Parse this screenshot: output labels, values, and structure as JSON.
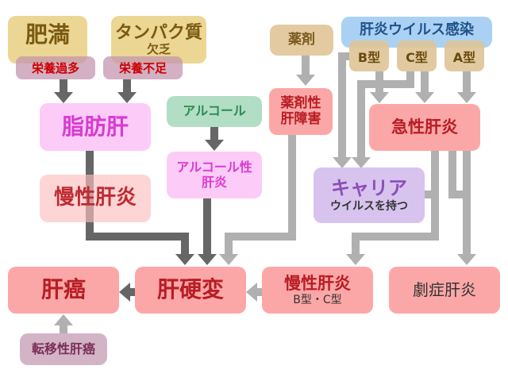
{
  "colors": {
    "arrow_dark": "#666666",
    "arrow_light": "#b0b0b0",
    "cause_bg": "#ecd693",
    "cause_text": "#7a5a10",
    "nutrition_bg": "#cfabb9",
    "nutrition_text": "#cc0000",
    "fatty_bg": "#fccbf8",
    "fatty_text": "#d93bcf",
    "alcohol_bg": "#b1dec5",
    "alcohol_text": "#2e8a50",
    "drug_bg": "#e3caa0",
    "drug_text": "#7a5a20",
    "red_bg": "#fca7a7",
    "red_text": "#b81c24",
    "light_red_bg": "#fdd3d3",
    "virus_bg": "#aad1f4",
    "virus_text": "#1e5288",
    "carrier_bg": "#d8c3ef",
    "carrier_text": "#8a4fb8",
    "metastatic_bg": "#d3b4c6",
    "metastatic_text": "#7a2e55"
  },
  "nodes": {
    "obesity": {
      "label": "肥満"
    },
    "protein_deficiency": {
      "label": "タンパク質",
      "sub": "欠乏"
    },
    "overnutrition": {
      "label": "栄養過多"
    },
    "malnutrition": {
      "label": "栄養不足"
    },
    "fatty_liver": {
      "label": "脂肪肝"
    },
    "chronic_hepatitis_fatty": {
      "label": "慢性肝炎"
    },
    "alcohol": {
      "label": "アルコール"
    },
    "alcoholic_hepatitis": {
      "label": "アルコール性",
      "sub": "肝炎"
    },
    "drug": {
      "label": "薬剤"
    },
    "drug_induced_liver_injury": {
      "label": "薬剤性",
      "sub": "肝障害"
    },
    "viral_infection": {
      "label": "肝炎ウイルス感染"
    },
    "type_b": {
      "label": "B型"
    },
    "type_c": {
      "label": "C型"
    },
    "type_a": {
      "label": "A型"
    },
    "acute_hepatitis": {
      "label": "急性肝炎"
    },
    "carrier": {
      "label": "キャリア",
      "sub": "ウイルスを持つ"
    },
    "chronic_hepatitis_bc": {
      "label": "慢性肝炎",
      "sub": "B型・C型"
    },
    "fulminant_hepatitis": {
      "label": "劇症肝炎"
    },
    "cirrhosis": {
      "label": "肝硬変"
    },
    "liver_cancer": {
      "label": "肝癌"
    },
    "metastatic_liver_cancer": {
      "label": "転移性肝癌"
    }
  }
}
